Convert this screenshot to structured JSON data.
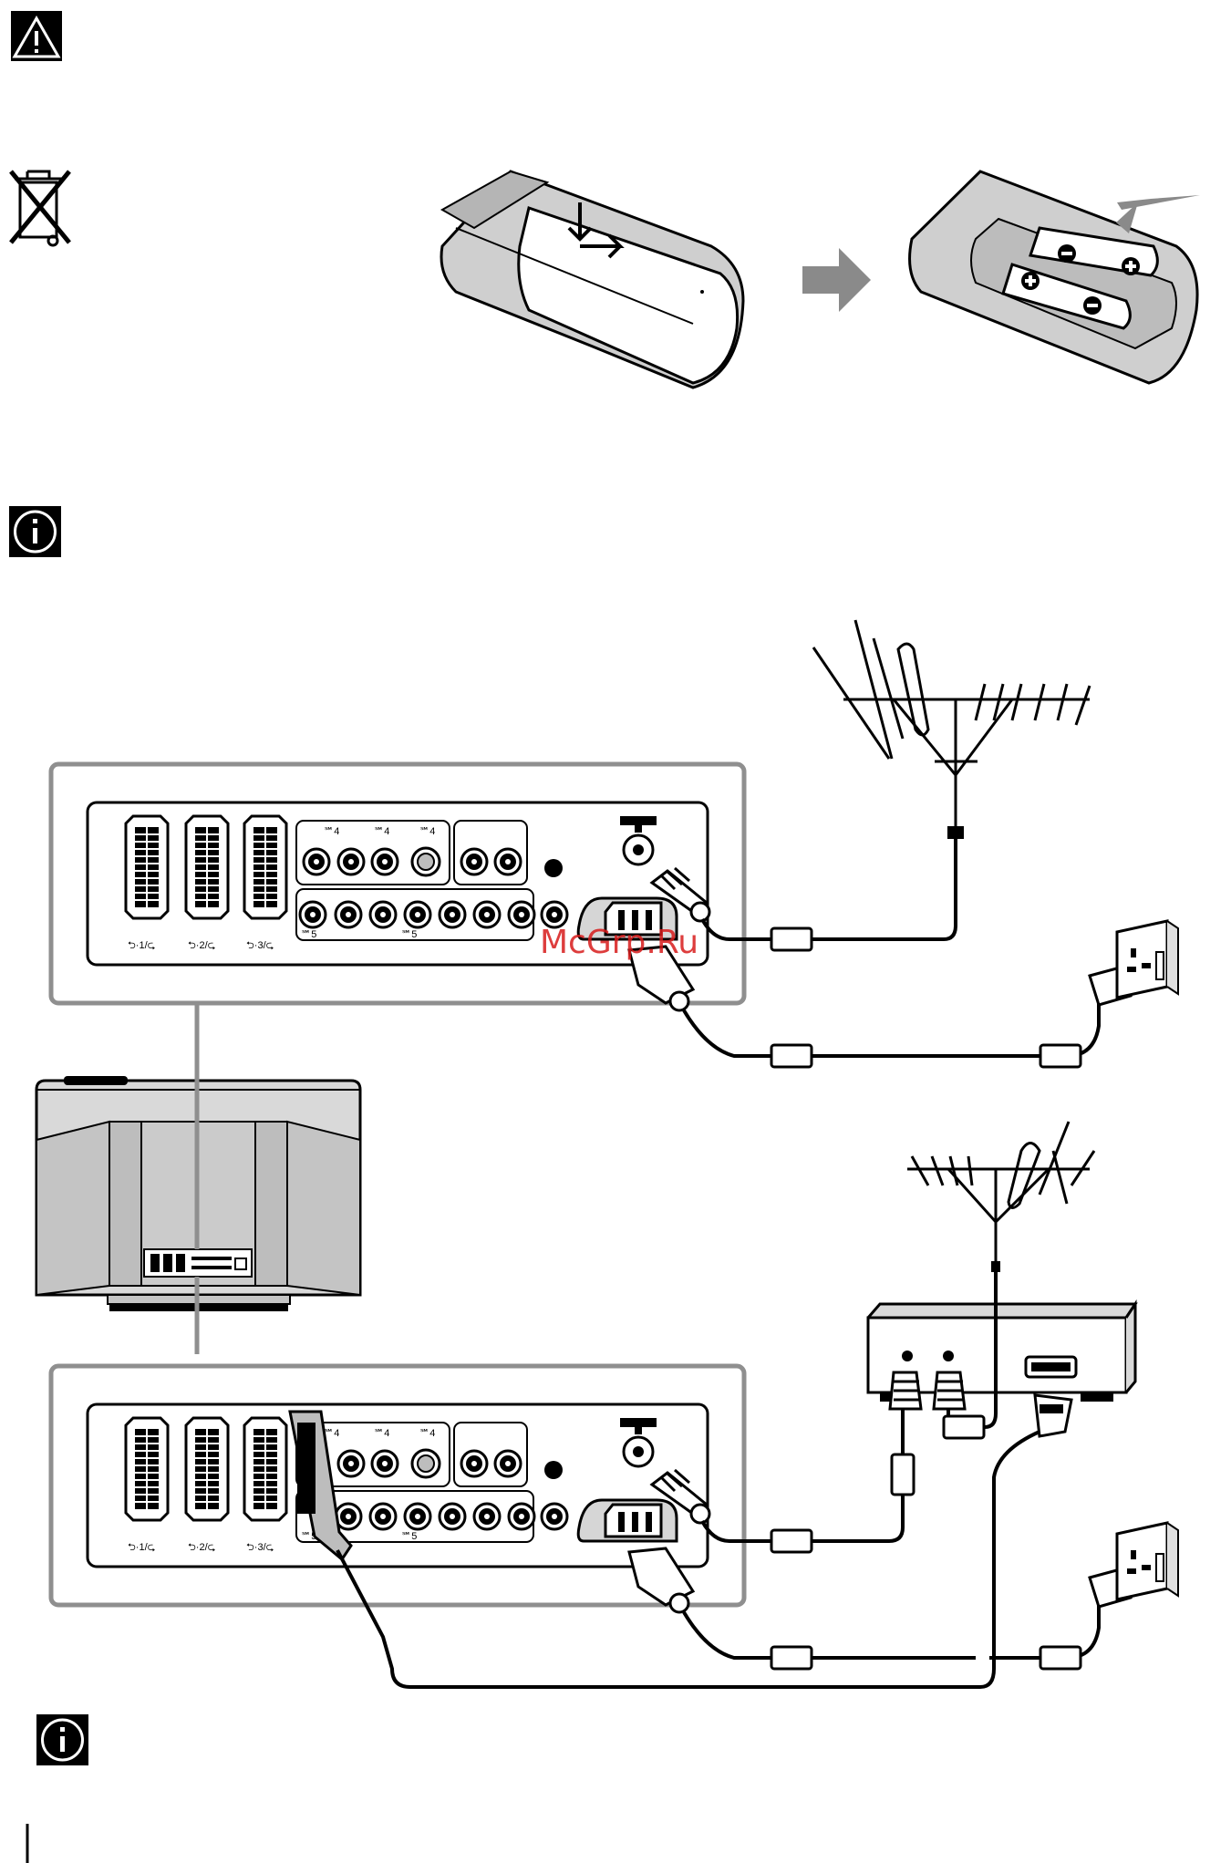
{
  "watermark": "McGrp.Ru",
  "panel_labels": {
    "scart1": "⮌·1/⮎",
    "scart2": "⮌·2/⮎",
    "scart3": "⮌·3/⮎",
    "in4_a": "℠4",
    "in4_b": "℠4",
    "in4_c": "℠4",
    "in5_a": "℠5",
    "in5_b": "℠5"
  },
  "icons": {
    "warning": "warning-triangle-icon",
    "weee": "crossed-bin-icon",
    "info": "info-icon",
    "arrow": "right-arrow-icon"
  },
  "colors": {
    "ink": "#000000",
    "panel_frame": "#8f8f8f",
    "remote_grey": "#cfcfcf",
    "tv_grey": "#bdbdbd",
    "arrow_grey": "#8a8a8a",
    "watermark": "#d81c1c"
  }
}
